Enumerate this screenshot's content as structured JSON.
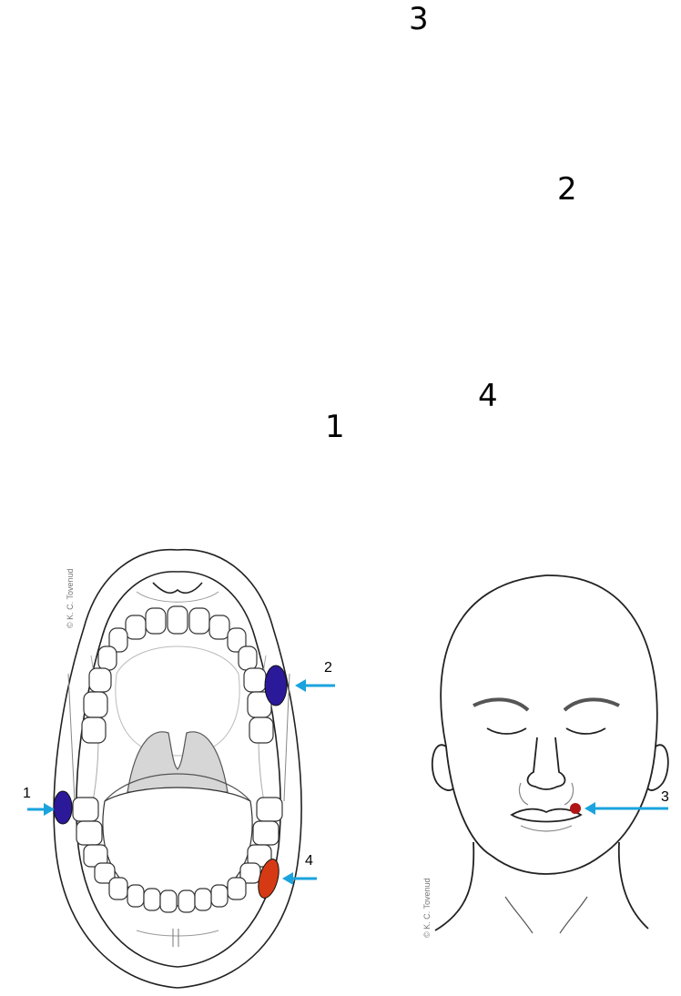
{
  "top_labels": [
    "3",
    "2",
    "4",
    "1"
  ],
  "mouth_diagram": {
    "copyright": "© K. C. Tovenud",
    "markers": [
      {
        "label": "1",
        "color": "#2a1a9a"
      },
      {
        "label": "2",
        "color": "#2a1a9a"
      },
      {
        "label": "4",
        "color": "#d63a14"
      }
    ]
  },
  "face_diagram": {
    "copyright": "© K. C. Tovenud",
    "markers": [
      {
        "label": "3",
        "color": "#b01414"
      }
    ]
  },
  "colors": {
    "arrow": "#1aa3dd",
    "line": "#222222",
    "throat_fill": "#d6d6d6"
  }
}
